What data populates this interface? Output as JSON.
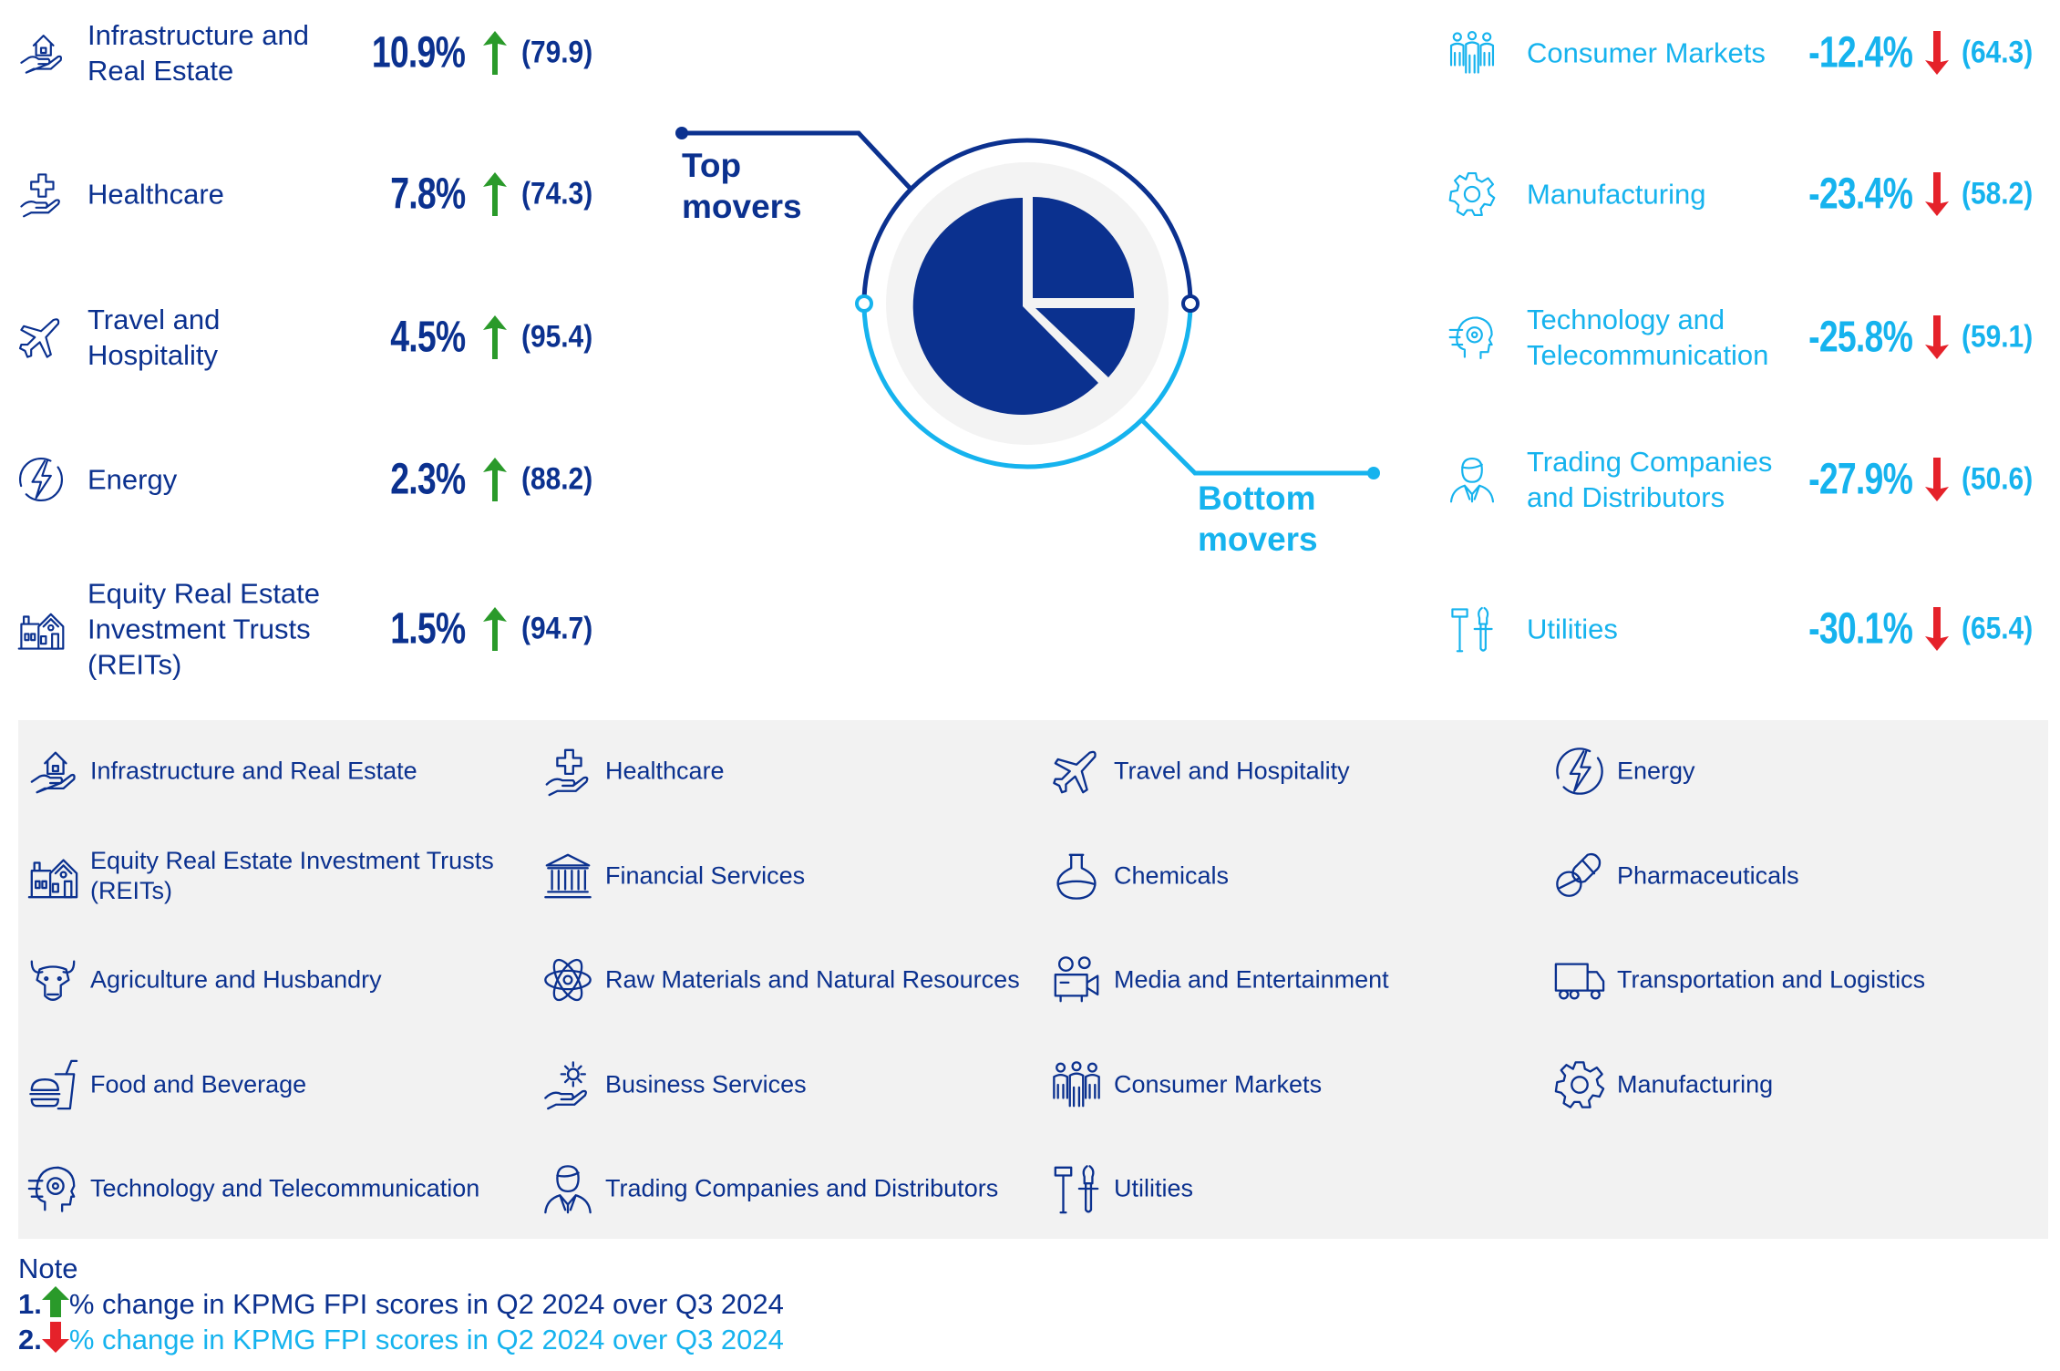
{
  "colors": {
    "dark_blue": "#0b318f",
    "light_blue": "#16b3ee",
    "up": "#2a9a2a",
    "down": "#e5222a",
    "panel": "#f2f2f2",
    "disk": "#f3f3f3"
  },
  "top_movers": {
    "title_line1": "Top",
    "title_line2": "movers",
    "items": [
      {
        "label": "Infrastructure and Real Estate",
        "change": "10.9%",
        "score": "(79.9)",
        "direction": "up",
        "icon": "house-in-hand-icon"
      },
      {
        "label": "Healthcare",
        "change": "7.8%",
        "score": "(74.3)",
        "direction": "up",
        "icon": "medical-cross-hand-icon"
      },
      {
        "label": "Travel and Hospitality",
        "change": "4.5%",
        "score": "(95.4)",
        "direction": "up",
        "icon": "airplane-icon"
      },
      {
        "label": "Energy",
        "change": "2.3%",
        "score": "(88.2)",
        "direction": "up",
        "icon": "lightning-bolt-icon"
      },
      {
        "label": "Equity Real Estate Investment Trusts (REITs)",
        "change": "1.5%",
        "score": "(94.7)",
        "direction": "up",
        "icon": "buildings-icon"
      }
    ]
  },
  "bottom_movers": {
    "title_line1": "Bottom",
    "title_line2": "movers",
    "items": [
      {
        "label": "Consumer Markets",
        "change": "-12.4%",
        "score": "(64.3)",
        "direction": "down",
        "icon": "people-group-icon"
      },
      {
        "label": "Manufacturing",
        "change": "-23.4%",
        "score": "(58.2)",
        "direction": "down",
        "icon": "gear-icon"
      },
      {
        "label": "Technology and Telecommunication",
        "change": "-25.8%",
        "score": "(59.1)",
        "direction": "down",
        "icon": "tech-head-icon"
      },
      {
        "label": "Trading Companies and Distributors",
        "change": "-27.9%",
        "score": "(50.6)",
        "direction": "down",
        "icon": "businessperson-icon"
      },
      {
        "label": "Utilities",
        "change": "-30.1%",
        "score": "(65.4)",
        "direction": "down",
        "icon": "tools-icon"
      }
    ]
  },
  "legend": [
    {
      "label": "Infrastructure and Real Estate",
      "icon": "house-in-hand-icon"
    },
    {
      "label": "Healthcare",
      "icon": "medical-cross-hand-icon"
    },
    {
      "label": "Travel and Hospitality",
      "icon": "airplane-icon"
    },
    {
      "label": "Energy",
      "icon": "lightning-bolt-icon"
    },
    {
      "label": "Equity Real Estate Investment Trusts (REITs)",
      "icon": "buildings-icon"
    },
    {
      "label": "Financial Services",
      "icon": "bank-icon"
    },
    {
      "label": "Chemicals",
      "icon": "flask-icon"
    },
    {
      "label": "Pharmaceuticals",
      "icon": "pills-icon"
    },
    {
      "label": "Agriculture and Husbandry",
      "icon": "bull-icon"
    },
    {
      "label": "Raw Materials and Natural Resources",
      "icon": "atom-icon"
    },
    {
      "label": "Media and Entertainment",
      "icon": "video-camera-icon"
    },
    {
      "label": "Transportation and Logistics",
      "icon": "truck-icon"
    },
    {
      "label": "Food and Beverage",
      "icon": "food-drink-icon"
    },
    {
      "label": "Business Services",
      "icon": "gear-in-hand-icon"
    },
    {
      "label": "Consumer Markets",
      "icon": "people-group-icon"
    },
    {
      "label": "Manufacturing",
      "icon": "gear-icon"
    },
    {
      "label": "Technology and Telecommunication",
      "icon": "tech-head-icon"
    },
    {
      "label": "Trading Companies and Distributors",
      "icon": "businessperson-icon"
    },
    {
      "label": "Utilities",
      "icon": "tools-icon"
    }
  ],
  "note": {
    "title": "Note",
    "line1_num": "1.",
    "line1_text": "% change in KPMG FPI scores in Q2 2024 over Q3 2024",
    "line2_num": "2.",
    "line2_text": "% change in KPMG FPI scores in Q2 2024 over Q3 2024"
  }
}
